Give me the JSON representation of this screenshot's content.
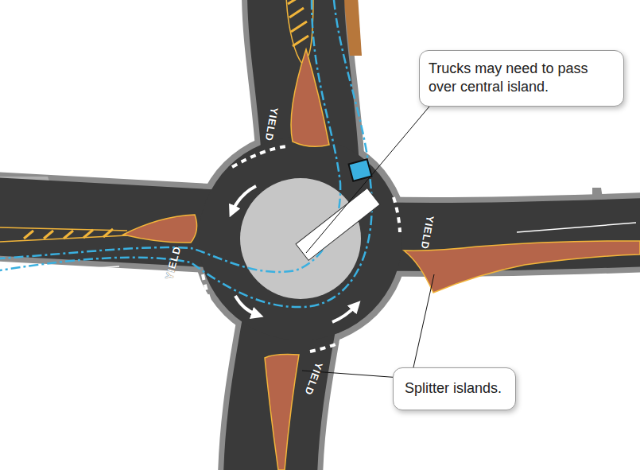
{
  "diagram": {
    "nodes": [
      {
        "text": [
          "Trucks may need to pass over central island."
        ]
      },
      {
        "text": [
          "Splitter islands."
        ]
      }
    ],
    "labels": [
      "YIELD",
      "YIELD",
      "YIELD",
      "YIELD"
    ]
  }
}
